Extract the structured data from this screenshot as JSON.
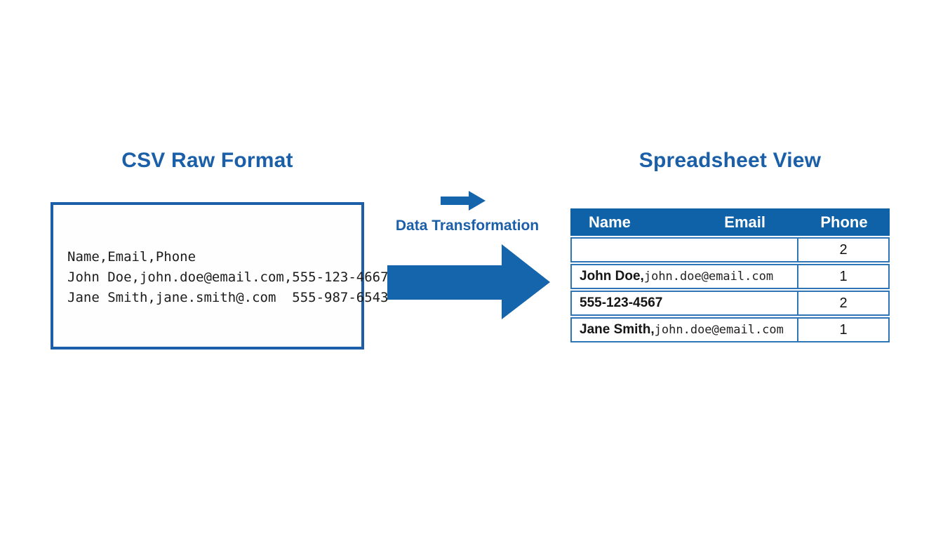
{
  "colors": {
    "title_blue": "#1b5fa8",
    "table_header_bg": "#0f62a8",
    "arrow_blue": "#1565ad",
    "csv_box_border": "#1c5fa8",
    "row_border": "#2e75b6",
    "text_dark": "#1c1c1c",
    "background": "#ffffff"
  },
  "left_panel": {
    "title": "CSV Raw Format",
    "csv_lines": [
      "Name,Email,Phone",
      "John Doe,john.doe@email.com,555-123-4667",
      "Jane Smith,jane.smith@.com  555-987-6543"
    ]
  },
  "transform": {
    "label": "Data Transformation",
    "small_arrow_icon": "right-arrow",
    "large_arrow_icon": "right-arrow"
  },
  "right_panel": {
    "title": "Spreadsheet View",
    "table": {
      "headers": [
        "Name",
        "Email",
        "Phone"
      ],
      "rows": [
        {
          "name": "",
          "email": "",
          "phone": "2"
        },
        {
          "name": "John Doe,",
          "email": "john.doe@email.com",
          "phone": "1"
        },
        {
          "name": "555-123-4567",
          "email": "",
          "phone": "2"
        },
        {
          "name": "Jane Smith,",
          "email": "john.doe@email.com",
          "phone": "1"
        }
      ]
    }
  }
}
